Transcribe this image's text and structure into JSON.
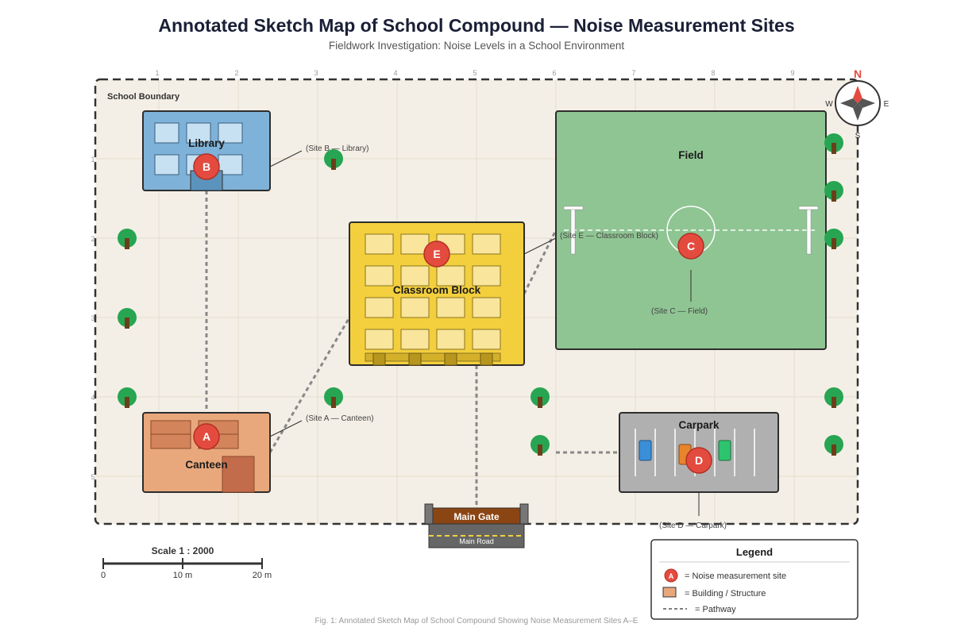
{
  "title": "Annotated Sketch Map of School Compound — Noise Measurement Sites",
  "subtitle": "Fieldwork Investigation: Noise Levels in a School Environment",
  "grid_numbers_top": [
    "1",
    "2",
    "3",
    "4",
    "5",
    "6",
    "7",
    "8",
    "9"
  ],
  "grid_numbers_left": [
    "1",
    "2",
    "3",
    "4",
    "5"
  ],
  "boundary_label": "School Boundary",
  "buildings": {
    "library": "Library",
    "classroom_block": "Classroom Block",
    "field": "Field",
    "canteen": "Canteen",
    "carpark": "Carpark",
    "main_gate": "Main Gate",
    "main_road": "Main Road"
  },
  "sites": {
    "a": "A",
    "b": "B",
    "c": "C",
    "d": "D",
    "e": "E"
  },
  "annotations": {
    "site_a": "(Site A — Canteen)",
    "site_b": "(Site B — Library)",
    "site_c": "(Site C — Field)",
    "site_d": "(Site D — Carpark)",
    "site_e": "(Site E — Classroom Block)"
  },
  "compass": {
    "n": "N",
    "s": "S",
    "e": "E",
    "w": "W"
  },
  "scale": {
    "title": "Scale 1 : 2000",
    "ticks": [
      "0",
      "10 m",
      "20 m"
    ]
  },
  "legend": {
    "title": "Legend",
    "site_sample": "A",
    "site_text": "= Noise measurement site",
    "building_text": "= Building / Structure",
    "path_text": "= Pathway"
  },
  "caption": "Fig. 1: Annotated Sketch Map of School Compound Showing Noise Measurement Sites A–E",
  "colors": {
    "site_marker": "#e44b3f",
    "library": "#7fb2d8",
    "classroom_block": "#f3cf3e",
    "field": "#8fc593",
    "canteen": "#e9a87c",
    "carpark": "#b0b0b0",
    "gate": "#8b4513",
    "tree": "#27a552",
    "compass_north": "#e44b3f"
  }
}
